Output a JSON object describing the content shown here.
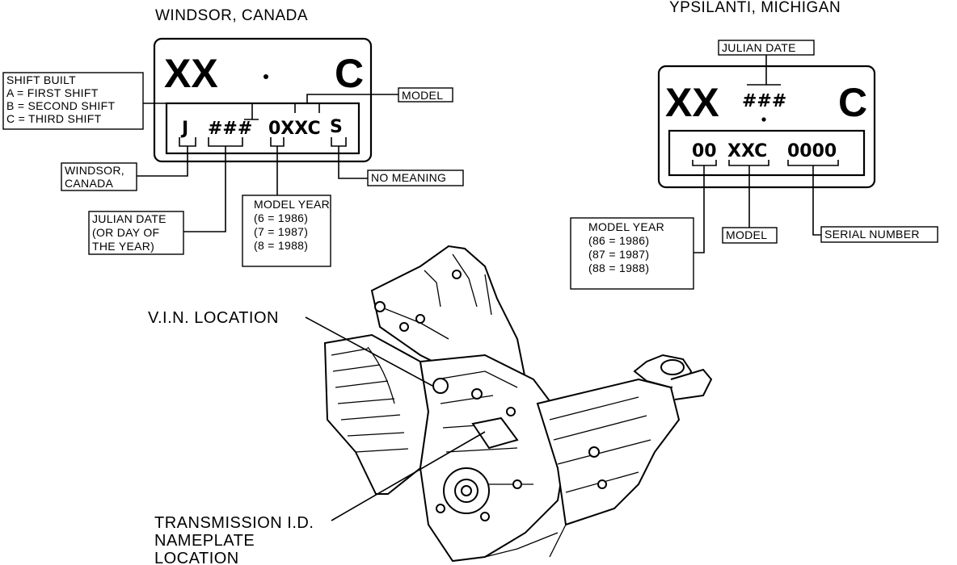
{
  "windsor": {
    "title": "WINDSOR, CANADA",
    "plate_top": {
      "left": "XX",
      "right": "C"
    },
    "plate_bottom": {
      "j": "J",
      "hash": "###",
      "model": "0XXC",
      "s": "S"
    },
    "shift_built": {
      "line1": "SHIFT BUILT",
      "line2": "A  =  FIRST SHIFT",
      "line3": "B  =  SECOND SHIFT",
      "line4": "C  =  THIRD SHIFT"
    },
    "model_label": "MODEL",
    "windsor_label": {
      "line1": "WINDSOR,",
      "line2": "CANADA"
    },
    "no_meaning_label": "NO MEANING",
    "model_year": {
      "line1": "MODEL YEAR",
      "line2": "(6  =  1986)",
      "line3": "(7  =  1987)",
      "line4": "(8  =  1988)"
    },
    "julian_date": {
      "line1": "JULIAN DATE",
      "line2": "(OR DAY OF",
      "line3": "THE YEAR)"
    }
  },
  "ypsilanti": {
    "title": "YPSILANTI, MICHIGAN",
    "julian_date_label": "JULIAN DATE",
    "plate_top": {
      "left": "XX",
      "hash": "###",
      "right": "C"
    },
    "plate_bottom": {
      "year": "00",
      "model": "XXC",
      "serial": "0000"
    },
    "model_year": {
      "line1": "MODEL YEAR",
      "line2": "(86  =  1986)",
      "line3": "(87  =  1987)",
      "line4": "(88  =  1988)"
    },
    "model_label": "MODEL",
    "serial_label": "SERIAL NUMBER"
  },
  "transmission": {
    "vin_label": "V.I.N. LOCATION",
    "nameplate": {
      "line1": "TRANSMISSION I.D.",
      "line2": "NAMEPLATE",
      "line3": "LOCATION"
    }
  }
}
